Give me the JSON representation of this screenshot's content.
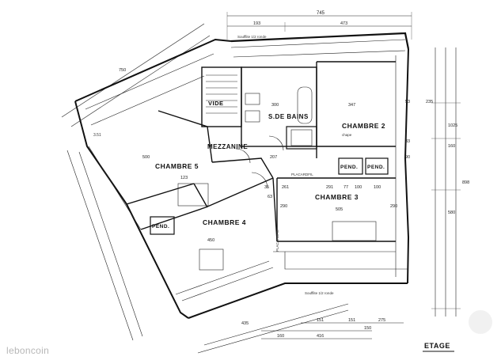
{
  "drawing": {
    "title": "ETAGE",
    "rooms": {
      "chambre2": "CHAMBRE 2",
      "chambre3": "CHAMBRE 3",
      "chambre4": "CHAMBRE 4",
      "chambre5": "CHAMBRE 5",
      "sdb": "S.DE BAINS",
      "mezzanine": "MEZZANINE",
      "vide": "VIDE",
      "pend1": "PEND.",
      "pend2": "PEND.",
      "pend3": "PEND."
    },
    "dimensions": {
      "top_total": "745",
      "top_left": "193",
      "top_right": "473",
      "d300": "300",
      "d347": "347",
      "d207": "207",
      "d261": "261",
      "d291": "291",
      "d100a": "100",
      "d100b": "100",
      "d77": "77",
      "d505": "505",
      "d290a": "290",
      "d290b": "290",
      "d450": "450",
      "d500": "500",
      "d123": "123",
      "d750": "750",
      "d435": "435",
      "d416": "416",
      "d160": "160",
      "d151a": "151",
      "d151b": "151",
      "d275": "275",
      "d150": "150",
      "d898": "898",
      "d1025": "1025",
      "d580": "580",
      "d160b": "160",
      "d235": "235",
      "d53": "53",
      "d33": "33",
      "d90": "90",
      "d35": "35",
      "d63": "63"
    },
    "notes": {
      "soffite_top": "Soufflite 1/2 ronde",
      "soffite_bottom": "Soufflite 1/2 ronde",
      "placard": "PLACARDFIL",
      "placard2": "PLACARDFIL",
      "chape": "chape",
      "scale": "3.51"
    }
  },
  "watermark": "leboncoin"
}
